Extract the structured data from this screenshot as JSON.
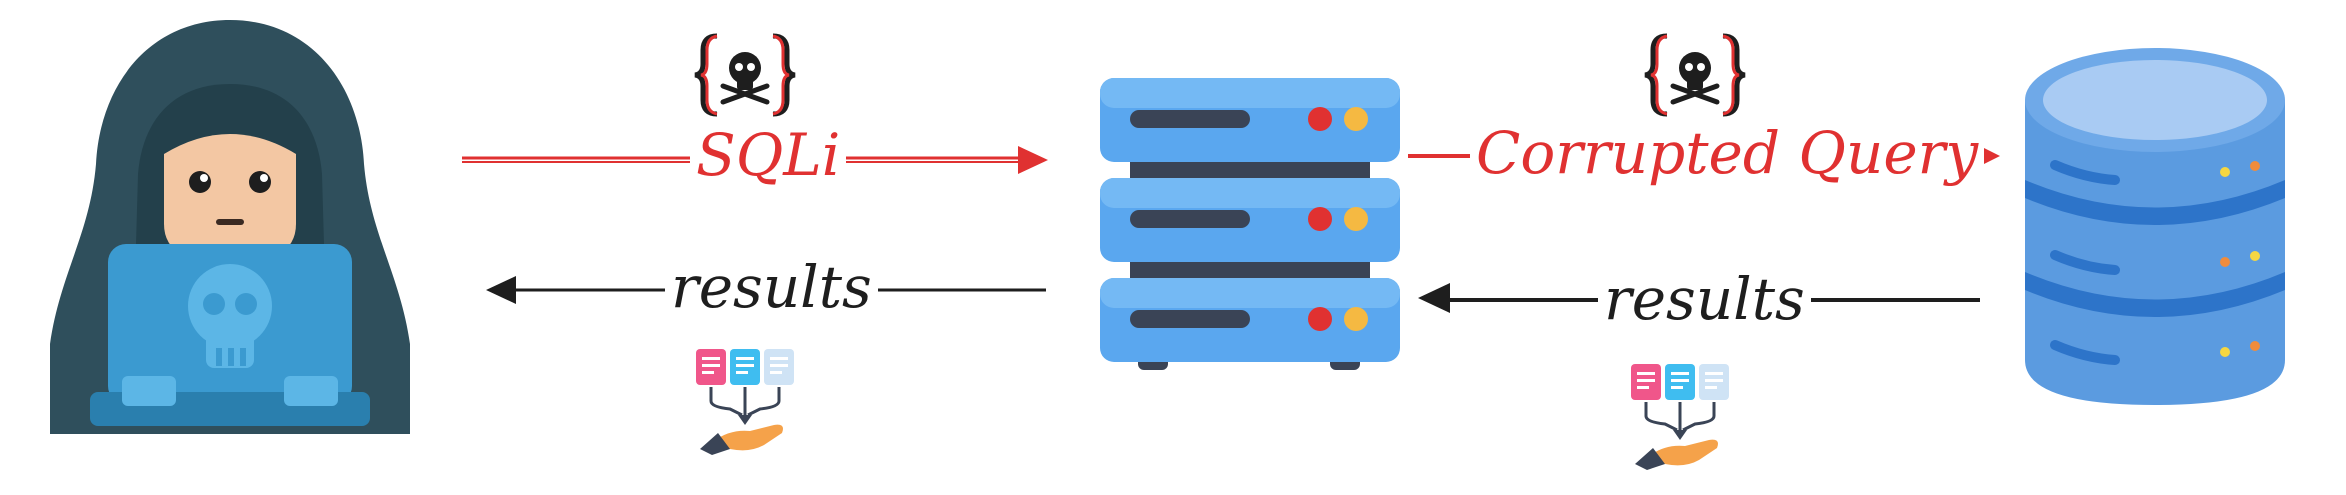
{
  "diagram": {
    "nodes": [
      {
        "id": "attacker",
        "icon": "hooded-hacker-icon"
      },
      {
        "id": "web-server",
        "icon": "server-rack-icon"
      },
      {
        "id": "database",
        "icon": "database-icon"
      }
    ],
    "edges": {
      "sqli": {
        "label": "SQLi",
        "color": "#e03131",
        "icon": "skull-brackets-icon"
      },
      "corrupted_query": {
        "label": "Corrupted Query",
        "color": "#e03131",
        "icon": "skull-brackets-icon"
      },
      "results_left": {
        "label": "results",
        "color": "#1e1e1e",
        "icon": "documents-to-hand-icon"
      },
      "results_right": {
        "label": "results",
        "color": "#1e1e1e",
        "icon": "documents-to-hand-icon"
      }
    }
  }
}
